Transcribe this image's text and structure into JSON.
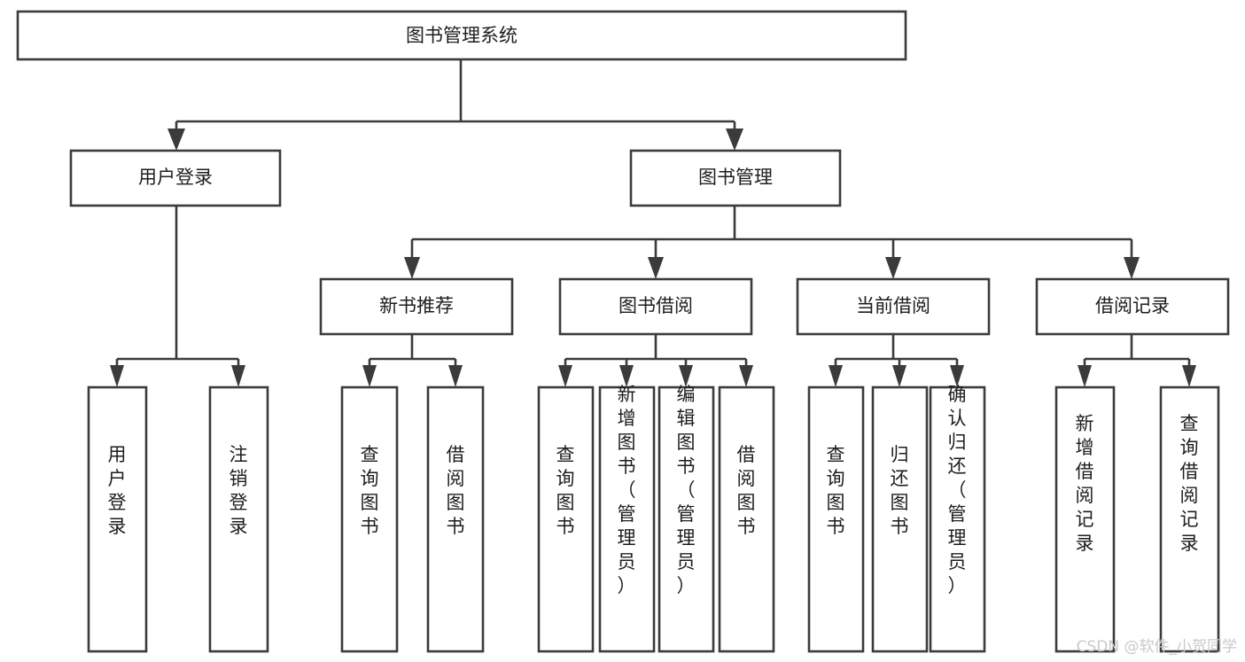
{
  "diagram": {
    "title": "图书管理系统",
    "type": "tree",
    "orientation": "top-down",
    "background_color": "#ffffff",
    "box_stroke_color": "#3b3b3b",
    "box_fill_color": "#ffffff",
    "connector_color": "#3b3b3b",
    "text_color": "#1d1d1d",
    "root": {
      "id": "root",
      "label": "图书管理系统",
      "text_orientation": "horizontal"
    },
    "level2": [
      {
        "id": "user-login",
        "label": "用户登录",
        "text_orientation": "horizontal"
      },
      {
        "id": "book-manage",
        "label": "图书管理",
        "text_orientation": "horizontal"
      }
    ],
    "level3": [
      {
        "id": "new-book-rec",
        "label": "新书推荐",
        "parent": "book-manage",
        "text_orientation": "horizontal"
      },
      {
        "id": "book-borrow",
        "label": "图书借阅",
        "parent": "book-manage",
        "text_orientation": "horizontal"
      },
      {
        "id": "current-borrow",
        "label": "当前借阅",
        "parent": "book-manage",
        "text_orientation": "horizontal"
      },
      {
        "id": "borrow-record",
        "label": "借阅记录",
        "parent": "book-manage",
        "text_orientation": "horizontal"
      }
    ],
    "leaves": [
      {
        "id": "leaf-user-login",
        "label": "用户登录",
        "parent": "user-login",
        "text_orientation": "vertical"
      },
      {
        "id": "leaf-user-logout",
        "label": "注销登录",
        "parent": "user-login",
        "text_orientation": "vertical"
      },
      {
        "id": "leaf-rec-query-book",
        "label": "查询图书",
        "parent": "new-book-rec",
        "text_orientation": "vertical"
      },
      {
        "id": "leaf-rec-borrow-book",
        "label": "借阅图书",
        "parent": "new-book-rec",
        "text_orientation": "vertical"
      },
      {
        "id": "leaf-borrow-query-book",
        "label": "查询图书",
        "parent": "book-borrow",
        "text_orientation": "vertical"
      },
      {
        "id": "leaf-borrow-add-book",
        "label": "新增图书（管理员）",
        "parent": "book-borrow",
        "text_orientation": "vertical"
      },
      {
        "id": "leaf-borrow-edit-book",
        "label": "编辑图书（管理员）",
        "parent": "book-borrow",
        "text_orientation": "vertical"
      },
      {
        "id": "leaf-borrow-borrow-book",
        "label": "借阅图书",
        "parent": "book-borrow",
        "text_orientation": "vertical"
      },
      {
        "id": "leaf-current-query-book",
        "label": "查询图书",
        "parent": "current-borrow",
        "text_orientation": "vertical"
      },
      {
        "id": "leaf-current-return-book",
        "label": "归还图书",
        "parent": "current-borrow",
        "text_orientation": "vertical"
      },
      {
        "id": "leaf-current-confirm-return",
        "label": "确认归还（管理员）",
        "parent": "current-borrow",
        "text_orientation": "vertical"
      },
      {
        "id": "leaf-record-add",
        "label": "新增借阅记录",
        "parent": "borrow-record",
        "text_orientation": "vertical"
      },
      {
        "id": "leaf-record-query",
        "label": "查询借阅记录",
        "parent": "borrow-record",
        "text_orientation": "vertical"
      }
    ]
  },
  "watermark": {
    "text": "CSDN @软件_小贺同学",
    "color": "#c9c9c9"
  }
}
